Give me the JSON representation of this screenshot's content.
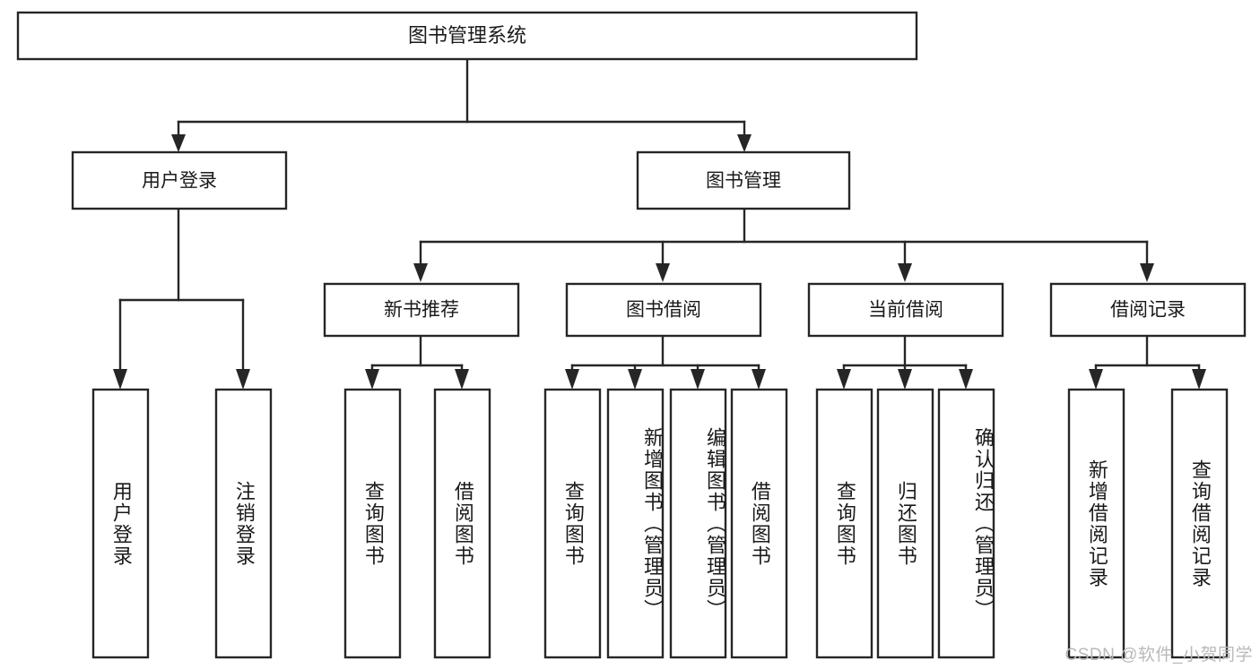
{
  "diagram": {
    "title": "图书管理系统",
    "type": "tree-hierarchy",
    "root": {
      "label": "图书管理系统"
    },
    "level1": [
      {
        "label": "用户登录"
      },
      {
        "label": "图书管理"
      }
    ],
    "level2": [
      {
        "label": "新书推荐"
      },
      {
        "label": "图书借阅"
      },
      {
        "label": "当前借阅"
      },
      {
        "label": "借阅记录"
      }
    ],
    "leaves": {
      "user_login": [
        {
          "label": "用户登录"
        },
        {
          "label": "注销登录"
        }
      ],
      "new_book_recommend": [
        {
          "label": "查询图书"
        },
        {
          "label": "借阅图书"
        }
      ],
      "book_borrow": [
        {
          "label": "查询图书"
        },
        {
          "label": "新增图书（管理员）"
        },
        {
          "label": "编辑图书（管理员）"
        },
        {
          "label": "借阅图书"
        }
      ],
      "current_borrow": [
        {
          "label": "查询图书"
        },
        {
          "label": "归还图书"
        },
        {
          "label": "确认归还（管理员）"
        }
      ],
      "borrow_record": [
        {
          "label": "新增借阅记录"
        },
        {
          "label": "查询借阅记录"
        }
      ]
    }
  },
  "watermark": {
    "text": "CSDN @软件_小贺同学"
  },
  "colors": {
    "box_stroke": "#262626",
    "box_fill": "#ffffff",
    "text": "#1a1a1a",
    "watermark": "#b9b9b9",
    "background": "#ffffff"
  }
}
